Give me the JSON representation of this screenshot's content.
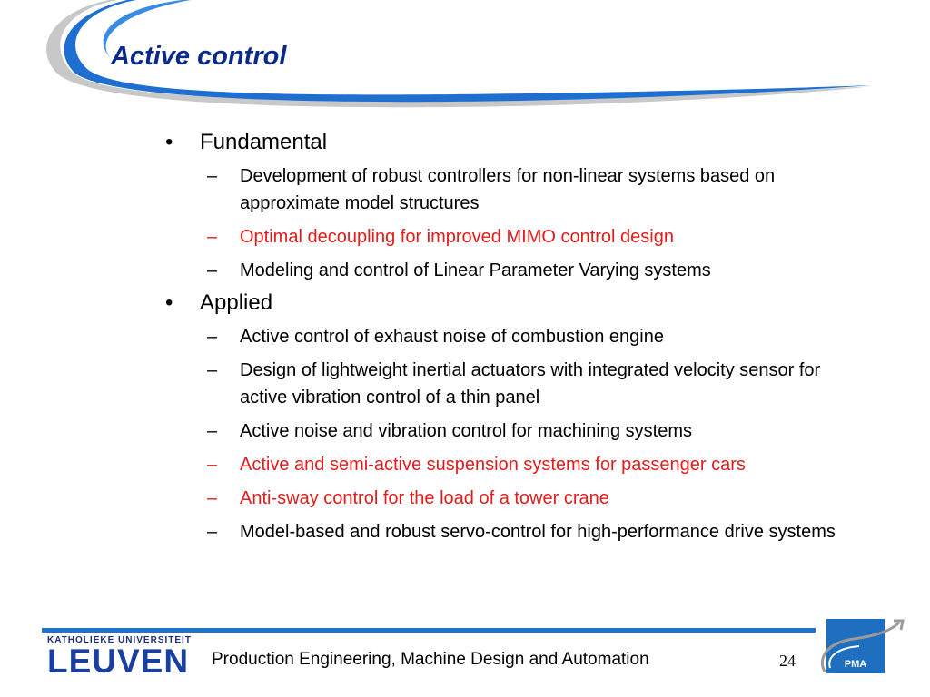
{
  "slide": {
    "title": "Active control",
    "sections": [
      {
        "label": "Fundamental",
        "items": [
          {
            "text": "Development of robust controllers for non-linear systems based on approximate model structures",
            "highlight": false
          },
          {
            "text": "Optimal decoupling for improved MIMO control design",
            "highlight": true
          },
          {
            "text": "Modeling and control of Linear Parameter Varying systems",
            "highlight": false
          }
        ]
      },
      {
        "label": "Applied",
        "items": [
          {
            "text": "Active control of exhaust noise of combustion engine",
            "highlight": false
          },
          {
            "text": "Design of lightweight inertial actuators with integrated velocity sensor for active vibration control of a thin panel",
            "highlight": false
          },
          {
            "text": "Active noise and vibration control for machining systems",
            "highlight": false
          },
          {
            "text": "Active and semi-active suspension systems for passenger cars",
            "highlight": true
          },
          {
            "text": "Anti-sway control for the load of a tower crane",
            "highlight": true
          },
          {
            "text": "Model-based and robust servo-control for high-performance drive systems",
            "highlight": false
          }
        ]
      }
    ],
    "bullet_symbol": "•",
    "dash_symbol": "–"
  },
  "footer": {
    "university_top": "KATHOLIEKE UNIVERSITEIT",
    "university_name": "LEUVEN",
    "department": "Production Engineering, Machine Design and Automation",
    "page_number": "24",
    "pma_label": "PMA"
  },
  "colors": {
    "title": "#0a2a8a",
    "highlight": "#e31b1b",
    "accent_blue": "#1e74cc"
  }
}
